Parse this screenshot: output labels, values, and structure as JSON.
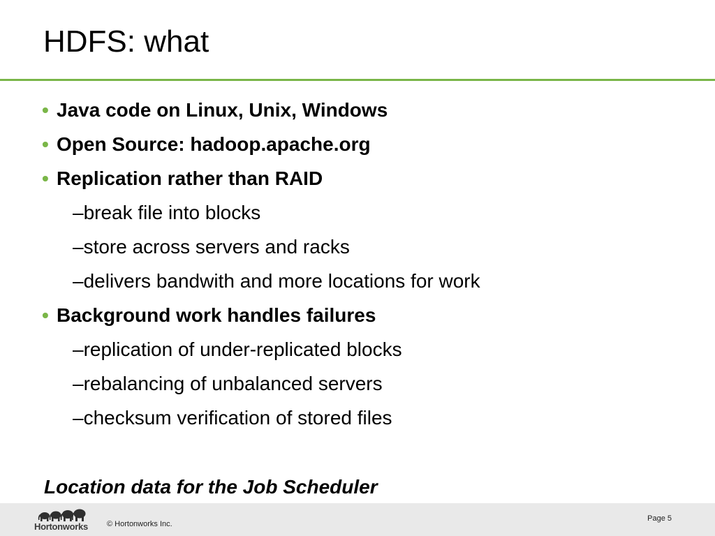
{
  "slide": {
    "title": "HDFS: what",
    "accent_color": "#7ab648",
    "bullet_glyph": "•",
    "items": [
      {
        "level": 1,
        "text": "Java code on Linux, Unix, Windows"
      },
      {
        "level": 1,
        "text": "Open Source: hadoop.apache.org"
      },
      {
        "level": 1,
        "text": "Replication rather than RAID"
      },
      {
        "level": 2,
        "text": "–break file into blocks"
      },
      {
        "level": 2,
        "text": "–store across servers and racks"
      },
      {
        "level": 2,
        "text": "–delivers bandwith and more locations for work"
      },
      {
        "level": 1,
        "text": "Background work handles failures"
      },
      {
        "level": 2,
        "text": "–replication of under-replicated blocks"
      },
      {
        "level": 2,
        "text": "–rebalancing of unbalanced servers"
      },
      {
        "level": 2,
        "text": "–checksum verification of stored files"
      }
    ],
    "footnote": "Location data for the Job Scheduler"
  },
  "footer": {
    "logo_text": "Hortonworks",
    "copyright": "© Hortonworks Inc.",
    "page_label": "Page 5",
    "background": "#e9e9e9",
    "logo_icon": "elephant-herd-icon"
  }
}
